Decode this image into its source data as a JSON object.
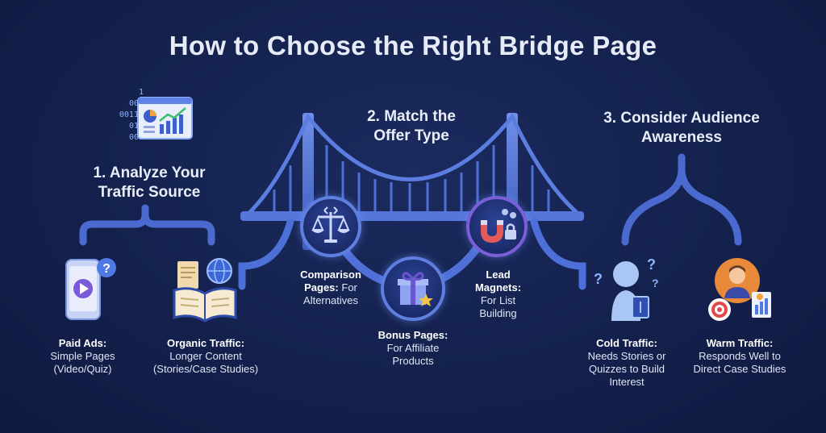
{
  "title": "How to Choose the Right Bridge Page",
  "steps": {
    "step1": "1. Analyze Your Traffic Source",
    "step2": "2. Match the Offer Type",
    "step3": "3. Consider Audience Awareness"
  },
  "traffic": {
    "paid_bold": "Paid Ads:",
    "paid_text": "Simple Pages (Video/Quiz)",
    "organic_bold": "Organic Traffic:",
    "organic_text": "Longer Content (Stories/Case Studies)"
  },
  "offers": {
    "comparison_bold": "Comparison Pages:",
    "comparison_text": "For Alternatives",
    "bonus_bold": "Bonus Pages:",
    "bonus_text": "For Affiliate Products",
    "lead_bold": "Lead Magnets:",
    "lead_text": "For List Building"
  },
  "audience": {
    "cold_bold": "Cold Traffic:",
    "cold_text": "Needs Stories or Quizzes to Build Interest",
    "warm_bold": "Warm Traffic:",
    "warm_text": "Responds Well to Direct Case Studies"
  },
  "binary": [
    "1",
    "001",
    "00110",
    "010",
    "001"
  ],
  "icons": {
    "analytics": "analytics-dashboard-icon",
    "phone": "phone-video-icon",
    "book": "open-book-globe-icon",
    "scales": "scales-icon",
    "gift": "gift-box-icon",
    "magnet": "magnet-lock-icon",
    "cold": "confused-person-icon",
    "warm": "person-target-icon"
  },
  "colors": {
    "background": "#14214d",
    "bridge": "#4d6fd8",
    "accent": "#7da0ff"
  }
}
